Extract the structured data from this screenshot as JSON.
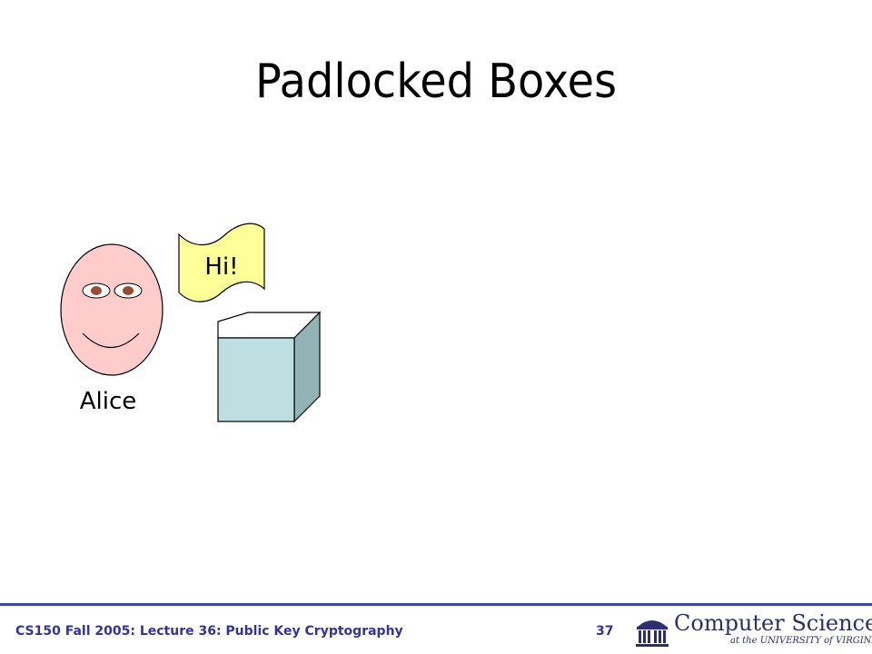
{
  "slide": {
    "title": "Padlocked Boxes"
  },
  "scene": {
    "person_name": "Alice",
    "message": "Hi!"
  },
  "footer": {
    "course": "CS150 Fall 2005: Lecture 36: Public Key Cryptography",
    "page_number": "37"
  },
  "logo": {
    "main": "Computer Science",
    "sub": "at the UNIVERSITY of VIRGINIA"
  },
  "colors": {
    "face": "#ffcccc",
    "eye": "#994c33",
    "note": "#ffff99",
    "box_front": "#bddfe1",
    "box_side": "#93b4b6",
    "footer_blue": "#333399"
  }
}
